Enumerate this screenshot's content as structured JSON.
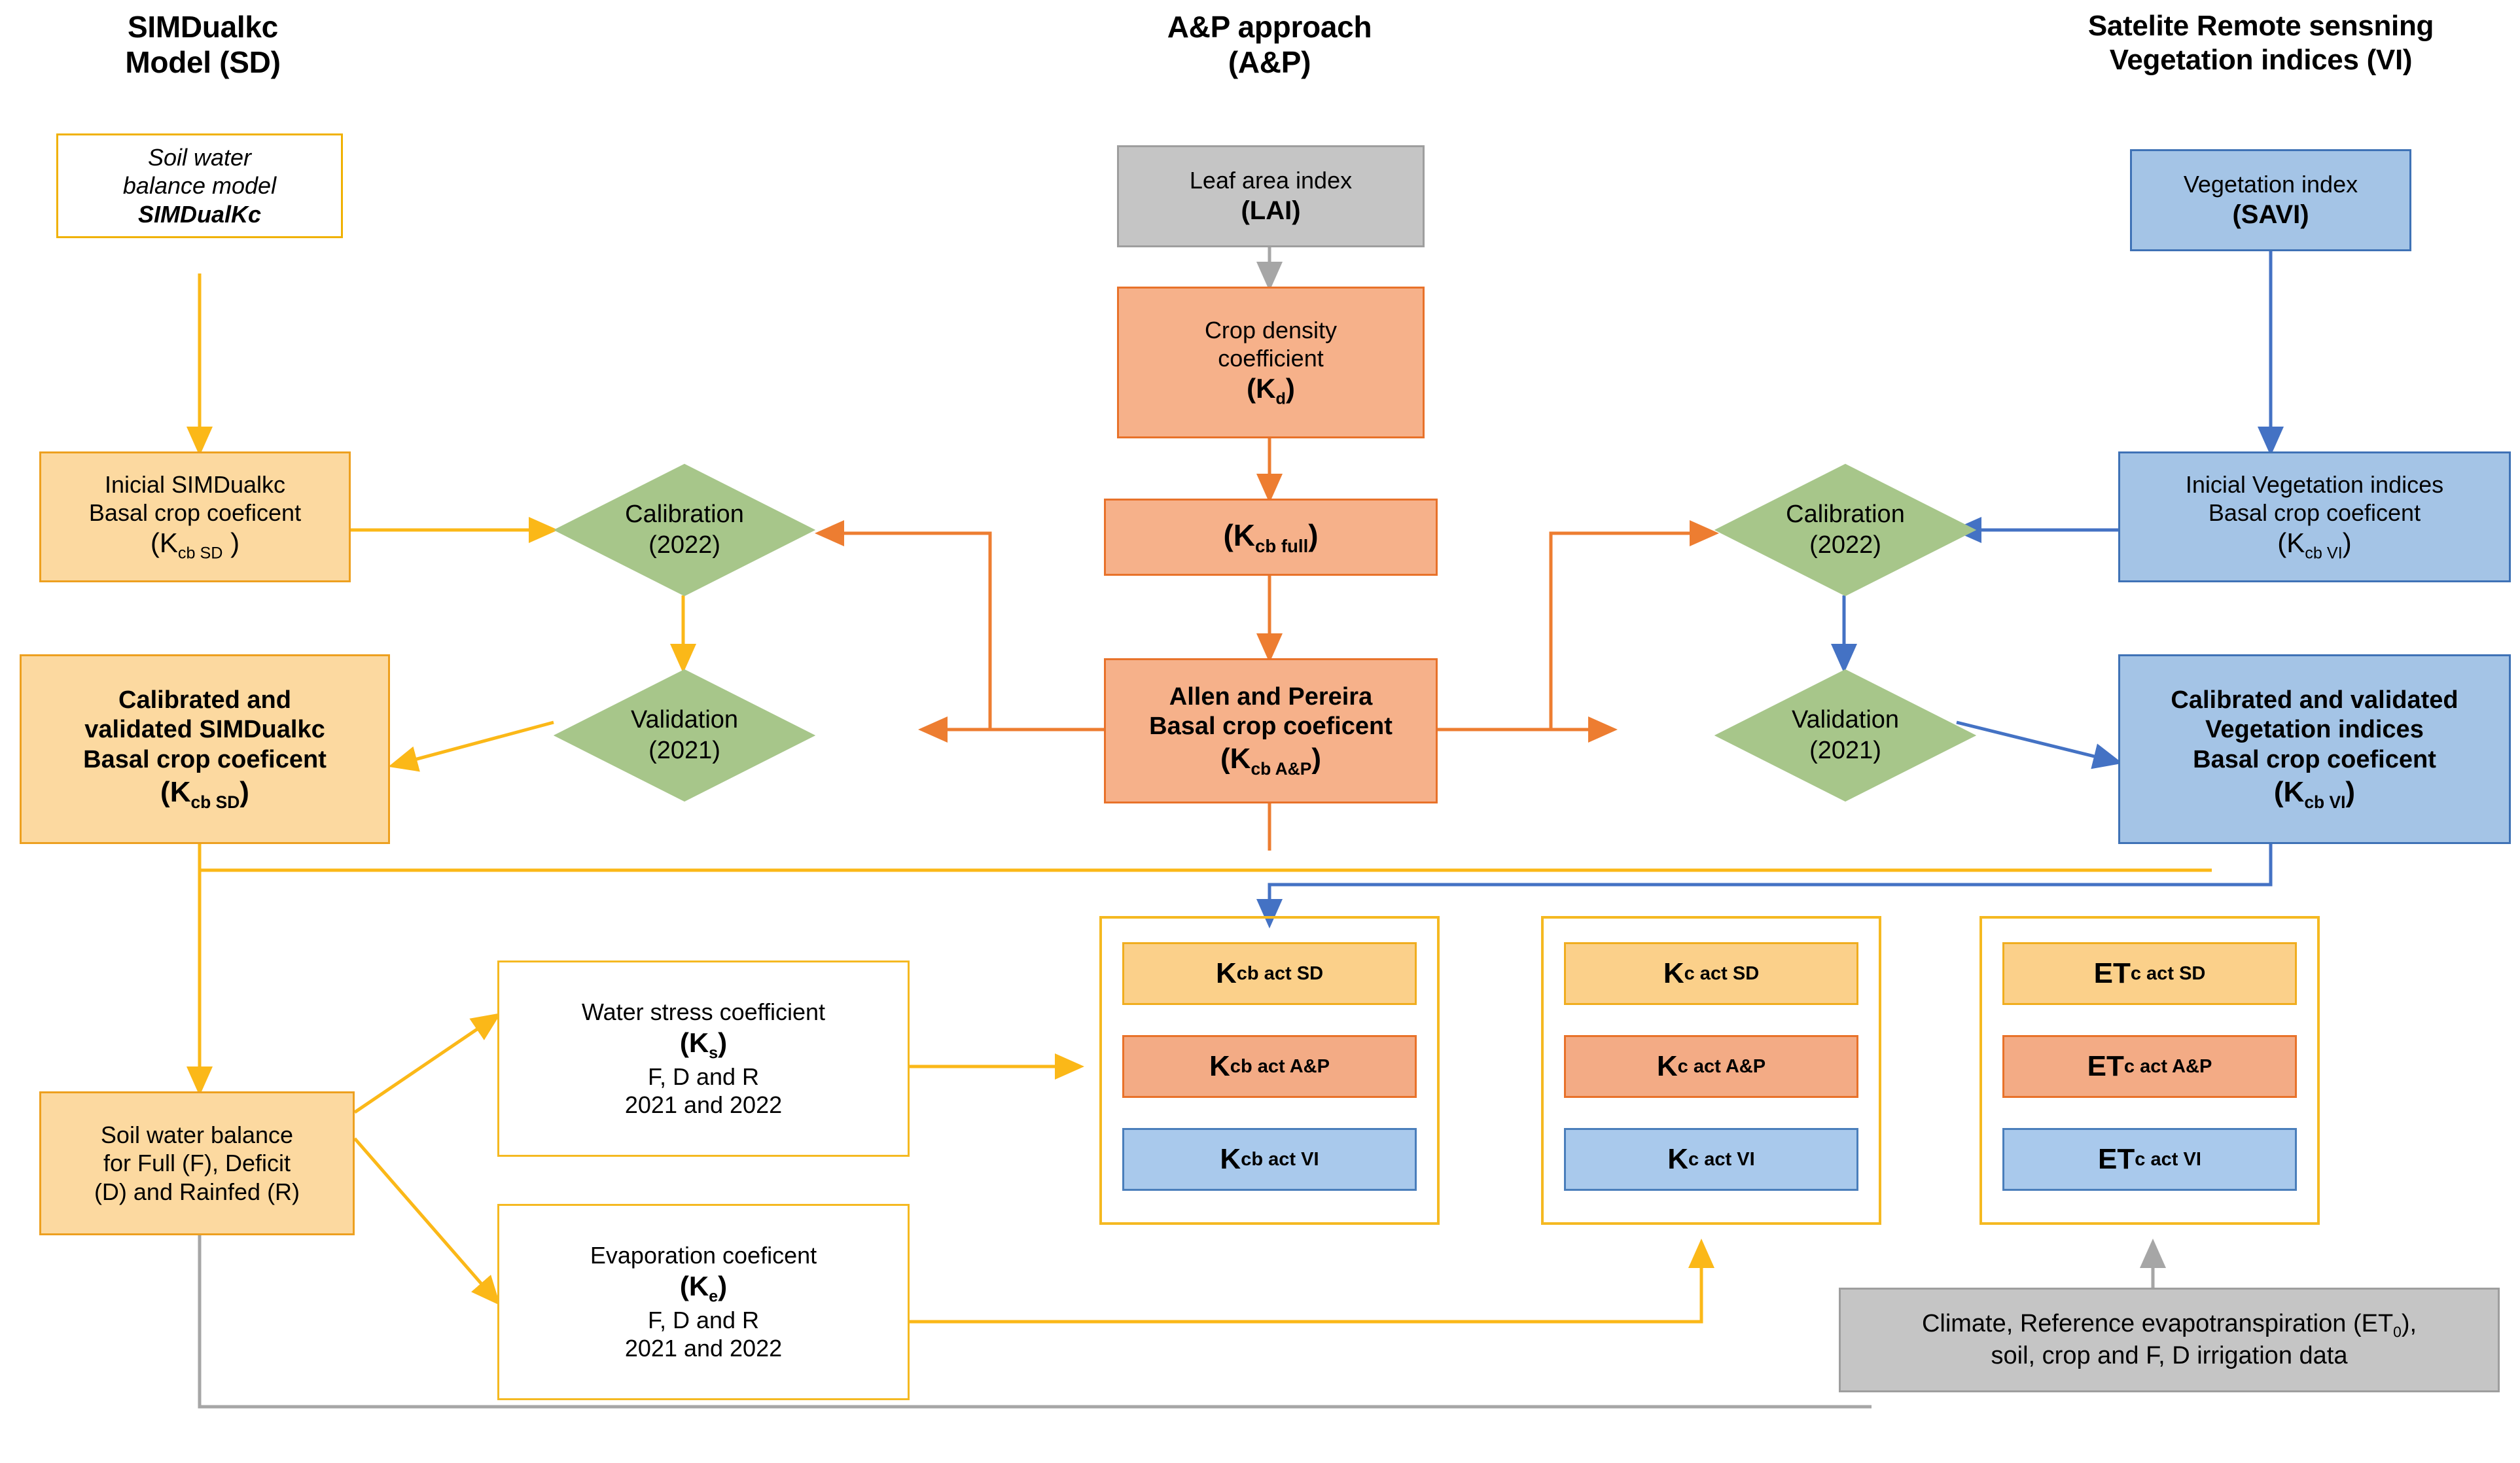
{
  "columns": {
    "left": {
      "title_line1": "SIMDualkc",
      "title_line2": "Model (SD)"
    },
    "middle": {
      "title_line1": "A&P approach",
      "title_line2": "(A&P)"
    },
    "right": {
      "title_line1": "Satelite Remote sensning",
      "title_line2": "Vegetation indices (VI)"
    }
  },
  "nodes": {
    "sim_model": {
      "line1": "Soil water",
      "line2": "balance model",
      "line3": "SIMDualKc"
    },
    "kcb_sd_initial": {
      "line1": "Inicial SIMDualkc",
      "line2": "Basal crop coeficent",
      "sym": "(K",
      "subscript": "cb SD",
      "sym_end": " )"
    },
    "kcb_sd_final": {
      "line1": "Calibrated and",
      "line2": "validated SIMDualkc",
      "line3": "Basal crop coeficent",
      "sym": "(K",
      "subscript": "cb SD",
      "sym_end": ")"
    },
    "lai": {
      "line1": "Leaf area index",
      "line2": "(LAI)"
    },
    "kd": {
      "line1": "Crop density",
      "line2": "coefficient",
      "sym": "(K",
      "subscript": "d",
      "sym_end": ")"
    },
    "kcb_full": {
      "sym": "(K",
      "subscript": "cb full",
      "sym_end": ")"
    },
    "kcb_ap": {
      "line1": "Allen and Pereira",
      "line2": "Basal crop coeficent",
      "sym": "(K",
      "subscript": "cb A&P",
      "sym_end": ")"
    },
    "savi": {
      "line1": "Vegetation index",
      "line2": "(SAVI)"
    },
    "kcb_vi_initial": {
      "line1": "Inicial Vegetation indices",
      "line2": "Basal crop coeficent",
      "sym": "(K",
      "subscript": "cb VI",
      "sym_end": ")"
    },
    "kcb_vi_final": {
      "line1": "Calibrated and validated",
      "line2": "Vegetation indices",
      "line3": "Basal crop coeficent",
      "sym": "(K",
      "subscript": "cb VI",
      "sym_end": ")"
    },
    "swb": {
      "line1": "Soil water balance",
      "line2": "for Full (F), Deficit",
      "line3": "(D) and Rainfed (R)"
    },
    "ks": {
      "line1": "Water stress coefficient",
      "sym": "(K",
      "subscript": "s",
      "sym_end": ")",
      "line3": "F, D and R",
      "line4": "2021 and 2022"
    },
    "ke": {
      "line1": "Evaporation coeficent",
      "sym": "(K",
      "subscript": "e",
      "sym_end": ")",
      "line3": "F, D and R",
      "line4": "2021 and 2022"
    },
    "climate": {
      "line1_a": "Climate, Reference evapotranspiration (ET",
      "line1_sub": "0",
      "line1_b": "),",
      "line2": "soil, crop and F,  D irrigation data"
    }
  },
  "diamonds": [
    {
      "name": "calibration-left",
      "line1": "Calibration",
      "line2": "(2022)"
    },
    {
      "name": "validation-left",
      "line1": "Validation",
      "line2": "(2021)"
    },
    {
      "name": "calibration-right",
      "line1": "Calibration",
      "line2": "(2022)"
    },
    {
      "name": "validation-right",
      "line1": "Validation",
      "line2": "(2021)"
    }
  ],
  "result_groups": [
    {
      "name": "kcb-act-group",
      "chips": [
        {
          "sym": "K",
          "subscript": "cb act SD",
          "variant": "yellow"
        },
        {
          "sym": "K",
          "subscript": "cb act A&P",
          "variant": "orange"
        },
        {
          "sym": "K",
          "subscript": "cb act VI",
          "variant": "blue"
        }
      ]
    },
    {
      "name": "kc-act-group",
      "chips": [
        {
          "sym": "K",
          "subscript": "c act SD",
          "variant": "yellow"
        },
        {
          "sym": "K",
          "subscript": "c act A&P",
          "variant": "orange"
        },
        {
          "sym": "K",
          "subscript": "c act VI",
          "variant": "blue"
        }
      ]
    },
    {
      "name": "etc-act-group",
      "chips": [
        {
          "sym": "ET",
          "subscript": "c act SD",
          "variant": "yellow"
        },
        {
          "sym": "ET",
          "subscript": "c act A&P",
          "variant": "orange"
        },
        {
          "sym": "ET",
          "subscript": "c act VI",
          "variant": "blue"
        }
      ]
    }
  ],
  "colors": {
    "yellow_fill": "#fcd9a0",
    "yellow_border": "#eda020",
    "orange_fill": "#f6b18a",
    "orange_border": "#e8722a",
    "blue_fill": "#a4c4e6",
    "blue_border": "#3f72b6",
    "green_fill": "#a7c68a",
    "gray_fill": "#c5c5c5",
    "gray_border": "#9e9e9e",
    "wire_yellow": "#fbb818",
    "wire_orange": "#ed7d31",
    "wire_blue": "#4472c4",
    "wire_gray": "#a6a6a6"
  }
}
